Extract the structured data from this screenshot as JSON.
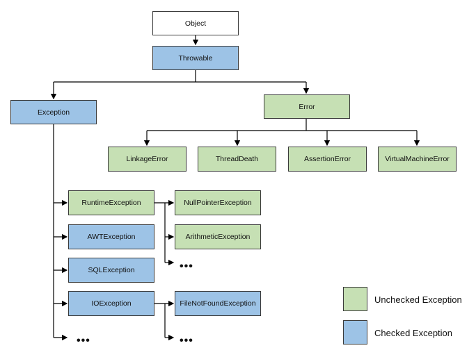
{
  "nodes": {
    "object": "Object",
    "throwable": "Throwable",
    "exception": "Exception",
    "error": "Error",
    "linkage_error": "LinkageError",
    "thread_death": "ThreadDeath",
    "assertion_error": "AssertionError",
    "virtual_machine_error": "VirtualMachineError",
    "runtime_exception": "RuntimeException",
    "awt_exception": "AWTException",
    "sql_exception": "SQLException",
    "io_exception": "IOException",
    "null_pointer_exception": "NullPointerException",
    "arithmetic_exception": "ArithmeticException",
    "file_not_found_exception": "FileNotFoundException"
  },
  "ellipsis": "•••",
  "legend": {
    "unchecked": {
      "label": "Unchecked Exception",
      "color": "#c6e0b4"
    },
    "checked": {
      "label": "Checked Exception",
      "color": "#9dc3e6"
    }
  },
  "colors": {
    "checked": "#9dc3e6",
    "unchecked": "#c6e0b4",
    "root": "#ffffff",
    "line": "#000000"
  }
}
